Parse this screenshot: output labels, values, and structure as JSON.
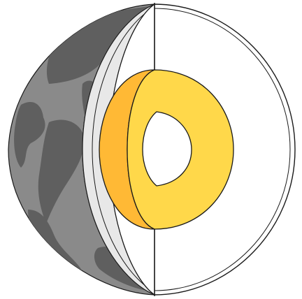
{
  "diagram": {
    "subject": "earth-cutaway",
    "layers": [
      "crust",
      "mantle",
      "outer-core",
      "inner-core"
    ],
    "colors": {
      "background": "#ffffff",
      "ocean": "#8a8a8a",
      "land": "#5f5f5f",
      "crust_band": "#e8e8e8",
      "mantle_face": "#ffffff",
      "outer_core_face": "#ffd84a",
      "outer_core_shell": "#ffb935",
      "inner_core_face": "#ffffff",
      "outline": "#1a1a1a"
    }
  }
}
